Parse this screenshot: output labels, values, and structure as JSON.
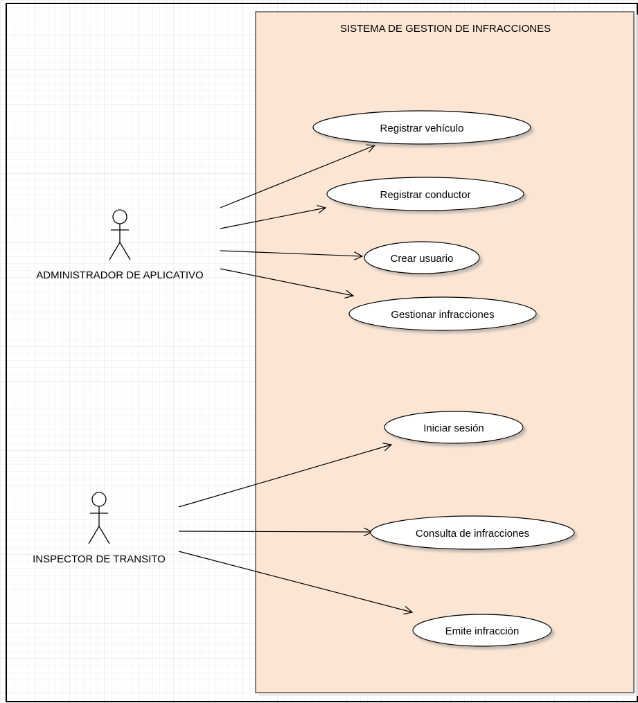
{
  "system": {
    "title": "SISTEMA DE GESTION DE INFRACCIONES",
    "fill": "#fce5d3",
    "border": "#5a5a5a"
  },
  "actors": {
    "admin": {
      "label": "ADMINISTRADOR DE APLICATIVO",
      "icon": "stick-figure-icon"
    },
    "inspector": {
      "label": "INSPECTOR DE TRANSITO",
      "icon": "stick-figure-icon"
    }
  },
  "use_cases": {
    "registrar_vehiculo": "Registrar vehículo",
    "registrar_conductor": "Registrar conductor",
    "crear_usuario": "Crear usuario",
    "gestionar_infracciones": "Gestionar infracciones",
    "iniciar_sesion": "Iniciar sesión",
    "consulta_infracciones": "Consulta de infracciones",
    "emite_infraccion": "Emite infracción"
  },
  "colors": {
    "grid": "#e3e3e3",
    "line": "#000000",
    "ellipse_fill": "#ffffff",
    "shadow": "#c9c9c9"
  }
}
